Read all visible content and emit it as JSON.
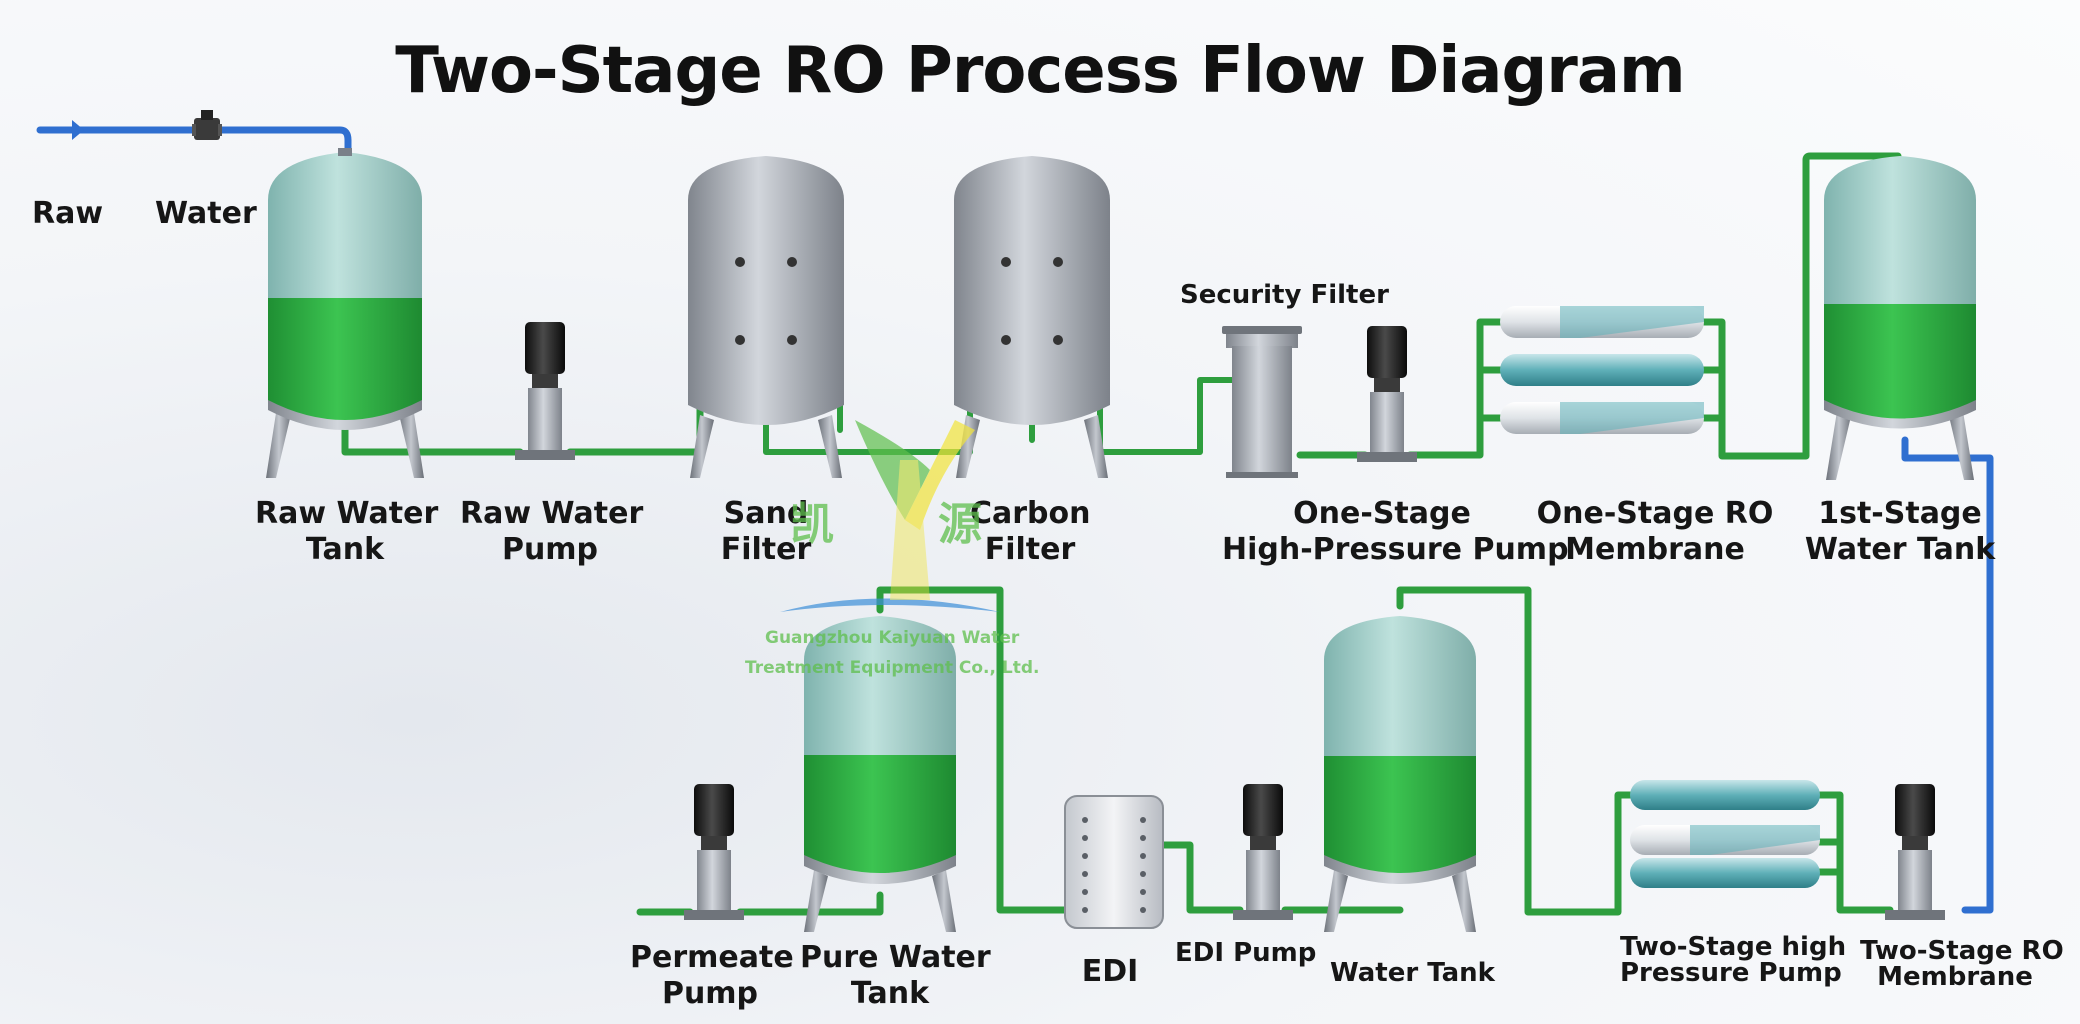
{
  "title": "Two-Stage RO Process Flow Diagram",
  "inlet": {
    "raw": "Raw",
    "water": "Water"
  },
  "components": {
    "raw_water_tank": [
      "Raw Water",
      "Tank"
    ],
    "raw_water_pump": [
      "Raw Water",
      "Pump"
    ],
    "sand_filter": [
      "Sand",
      "Filter"
    ],
    "carbon_filter": [
      "Carbon",
      "Filter"
    ],
    "security_filter": "Security Filter",
    "one_stage_hp_pump": [
      "One-Stage",
      "High-Pressure Pump"
    ],
    "one_stage_ro_membrane": [
      "One-Stage RO",
      "Membrane"
    ],
    "first_stage_water_tank": [
      "1st-Stage",
      "Water Tank"
    ],
    "permeate_pump": [
      "Permeate",
      "Pump"
    ],
    "pure_water_tank": [
      "Pure Water",
      "Tank"
    ],
    "edi": "EDI",
    "edi_pump": "EDI Pump",
    "water_tank": "Water Tank",
    "two_stage_hp_pump": [
      "Two-Stage high",
      "Pressure Pump"
    ],
    "two_stage_ro_membrane": [
      "Two-Stage RO",
      "Membrane"
    ]
  },
  "watermark": {
    "char_left": "凯",
    "char_right": "源",
    "company_line1": "Guangzhou Kaiyuan Water",
    "company_line2": "Treatment Equipment Co., Ltd."
  },
  "colors": {
    "pipe_green": "#2e9e3e",
    "pipe_blue": "#2f6fd0",
    "water_green": "#2fb344",
    "water_light": "#9ccdc9",
    "steel": "#a9adb5",
    "membrane": "#5fb0b8",
    "watermark_green": "#5fbf4d",
    "watermark_yellow": "#f2e43a",
    "watermark_blue": "#3d8fd8"
  }
}
